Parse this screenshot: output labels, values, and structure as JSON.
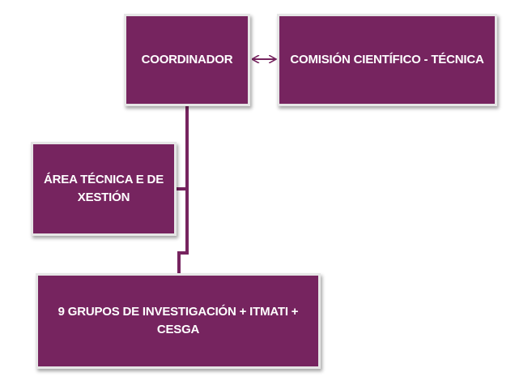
{
  "diagram": {
    "colors": {
      "box_fill": "#76245f",
      "box_border": "#e6e6e6",
      "connector": "#76245f",
      "text": "#ffffff"
    },
    "nodes": {
      "coordinador": "COORDINADOR",
      "comision": "COMISIÓN CIENTÍFICO - TÉCNICA",
      "area": "ÁREA TÉCNICA E DE XESTIÓN",
      "grupos": "9 GRUPOS DE INVESTIGACIÓN + ITMATI + CESGA"
    },
    "edges": [
      {
        "from": "coordinador",
        "to": "comision",
        "type": "bidirectional-arrow"
      },
      {
        "from": "coordinador",
        "to": "area",
        "type": "line"
      },
      {
        "from": "coordinador",
        "to": "grupos",
        "type": "line"
      }
    ]
  }
}
